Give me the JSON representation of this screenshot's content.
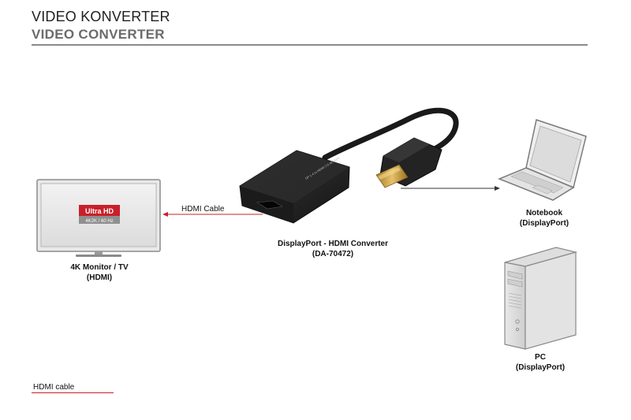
{
  "header": {
    "title_de": "VIDEO KONVERTER",
    "title_en": "VIDEO CONVERTER"
  },
  "devices": {
    "monitor": {
      "label_line1": "4K Monitor / TV",
      "label_line2": "(HDMI)",
      "badge_main": "Ultra HD",
      "badge_sub": "4K2K / 60 Hz"
    },
    "converter": {
      "label_line1": "DisplayPort - HDMI Converter",
      "label_line2": "(DA-70472)"
    },
    "notebook": {
      "label_line1": "Notebook",
      "label_line2": "(DisplayPort)"
    },
    "pc": {
      "label_line1": "PC",
      "label_line2": "(DisplayPort)"
    }
  },
  "connections": {
    "hdmi_cable_label": "HDMI Cable"
  },
  "legend": {
    "hdmi_cable": "HDMI cable"
  },
  "colors": {
    "hdmi_line": "#c8202a",
    "dp_line": "#333333",
    "rule": "#8a8a8a"
  }
}
